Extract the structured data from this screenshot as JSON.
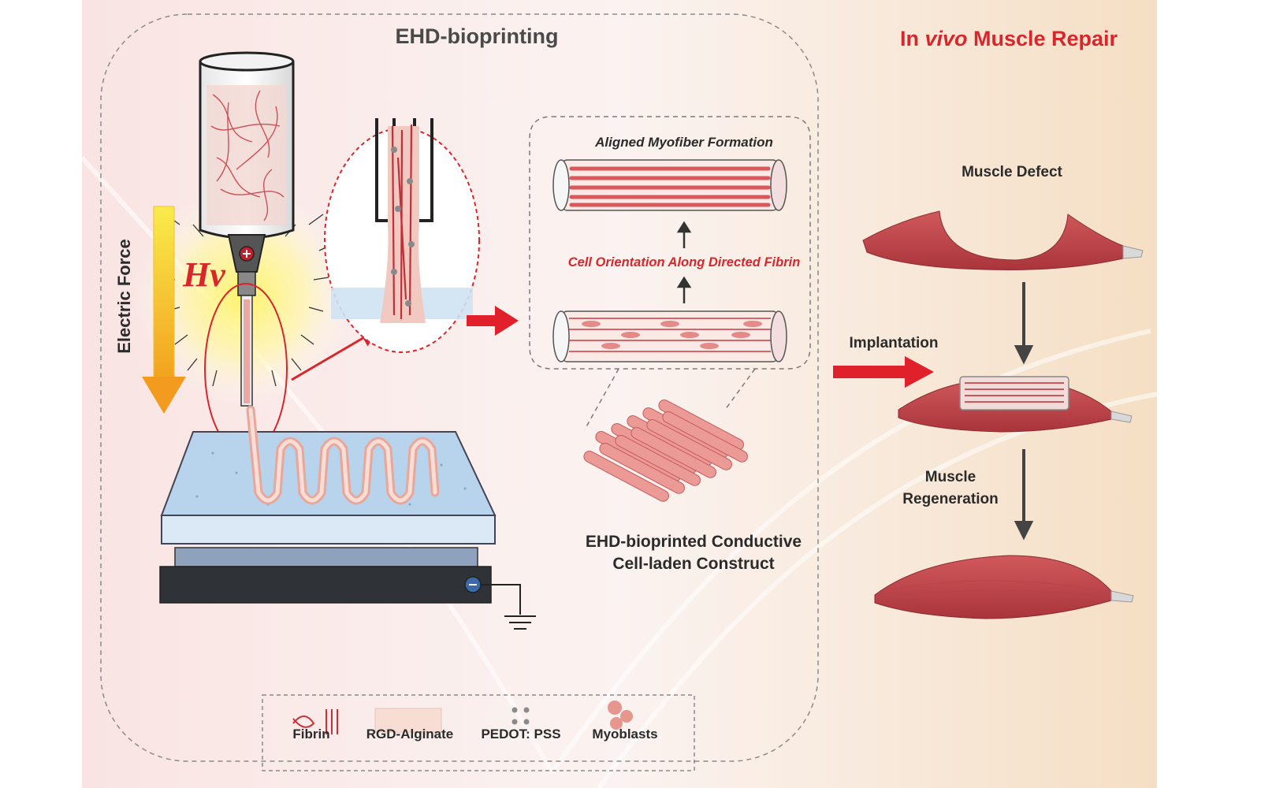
{
  "titles": {
    "left": "EHD-bioprinting",
    "right_prefix": "In ",
    "right_italic": "vivo",
    "right_suffix": " Muscle Repair"
  },
  "labels": {
    "electric_force": "Electric Force",
    "hv": "Hv",
    "myofiber_formation": "Aligned Myofiber Formation",
    "cell_orientation": "Cell Orientation Along Directed  Fibrin",
    "construct_line1": "EHD-bioprinted Conductive",
    "construct_line2": "Cell-laden Construct",
    "muscle_defect": "Muscle Defect",
    "implantation": "Implantation",
    "regeneration_line1": "Muscle",
    "regeneration_line2": "Regeneration"
  },
  "legend": [
    {
      "label": "Fibrin"
    },
    {
      "label": "RGD-Alginate"
    },
    {
      "label": "PEDOT: PSS"
    },
    {
      "label": "Myoblasts"
    }
  ],
  "colors": {
    "accent_red": "#d9262c",
    "muscle": "#c5484c",
    "muscle_dark": "#a63238",
    "arrow_gray": "#4a4a4a",
    "field_yellow": "#f7e43a",
    "platform_blue": "#bcd6ec"
  }
}
